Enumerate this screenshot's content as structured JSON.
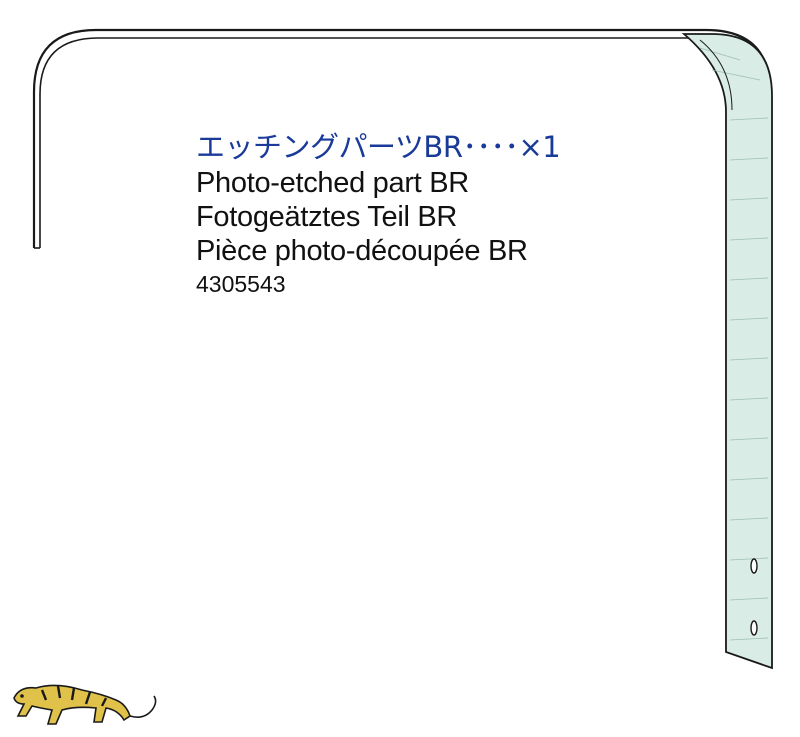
{
  "part": {
    "japanese_name": "エッチングパーツBR････×1",
    "english_name": "Photo-etched part BR",
    "german_name": "Fotogeätztes Teil BR",
    "french_name": "Pièce photo-découpée BR",
    "part_number": "4305543"
  },
  "colors": {
    "japanese_text": "#1a3a9a",
    "text": "#111111",
    "strip_fill": "#d9ece6",
    "strip_stroke": "#1a1a1a",
    "logo_fill": "#e0c24a"
  },
  "icons": {
    "logo": "tiger-logo-icon"
  }
}
